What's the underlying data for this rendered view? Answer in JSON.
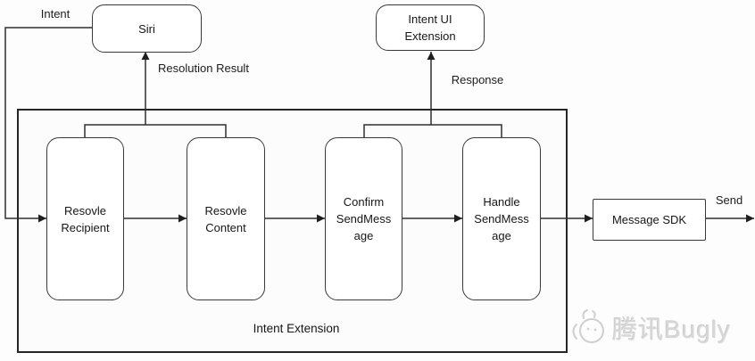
{
  "diagram": {
    "nodes": {
      "siri": {
        "label": "Siri"
      },
      "intent_ui_extension": {
        "label": "Intent UI Extension"
      },
      "resolve_recipient": {
        "label": "Resovle Recipient"
      },
      "resolve_content": {
        "label": "Resovle Content"
      },
      "confirm_send_message": {
        "label": "Confirm SendMessage"
      },
      "handle_send_message": {
        "label": "Handle SendMessage"
      },
      "message_sdk": {
        "label": "Message SDK"
      }
    },
    "edge_labels": {
      "intent": "Intent",
      "resolution_result": "Resolution Result",
      "response": "Response",
      "send": "Send"
    },
    "container_label": "Intent Extension",
    "colors": {
      "line": "#2f2f2f",
      "box_border": "#3a3a3a",
      "text": "#1c1c1c",
      "watermark": "#d7d7d7"
    }
  },
  "watermark": {
    "text": "腾讯Bugly"
  }
}
